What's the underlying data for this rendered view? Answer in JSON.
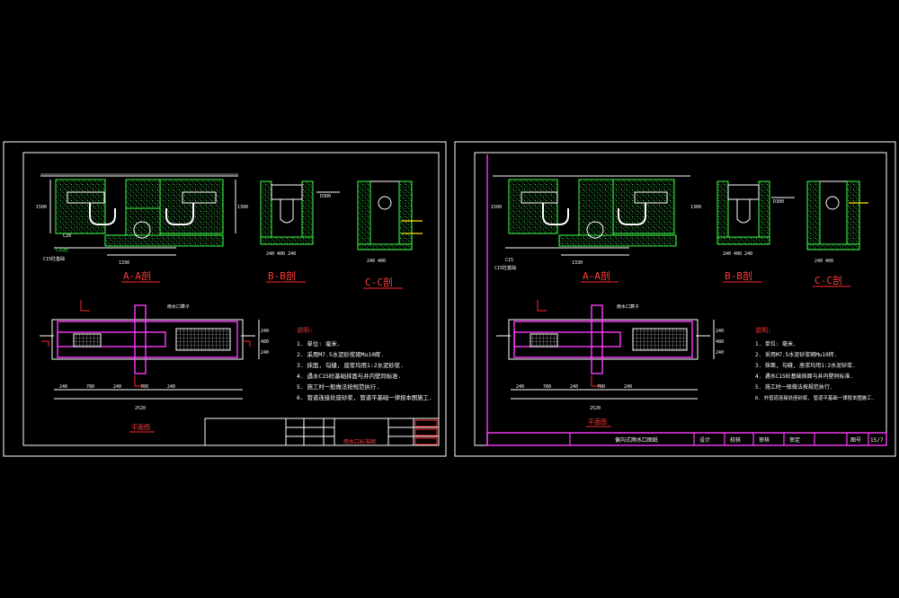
{
  "sheets": [
    {
      "section_labels": [
        "A-A剖",
        "B-B剖",
        "C-C剖"
      ],
      "plan_label": "平面图",
      "notes_title": "说明:",
      "notes": [
        "1. 单位: 毫米.",
        "2. 采用M7.5水泥砂浆砌Mu10砖.",
        "3. 抹面, 勾缝, 座浆均用1:2水泥砂浆.",
        "4. 遇水C15砼基础抹面与井内壁同标准.",
        "5. 施工时一般做法按规范执行.",
        "6. 管道连接处座砂浆, 管道平基础一律按本图施工."
      ],
      "dims_plan": [
        "240",
        "780",
        "240",
        "780",
        "240"
      ],
      "dims_total": "2520",
      "dims_side": [
        "240",
        "480",
        "240"
      ],
      "marks": [
        "C15砼基础",
        "C15",
        "雨水口算子"
      ],
      "title_block_label": "雨水口标准图"
    },
    {
      "section_labels": [
        "A-A剖",
        "B-B剖",
        "C-C剖"
      ],
      "plan_label": "平面图",
      "notes_title": "说明:",
      "notes": [
        "1. 单位: 毫米.",
        "2. 采用M7.5水泥砂浆砌Mu10砖.",
        "3. 抹面, 勾缝, 座浆均用1:2水泥砂浆.",
        "4. 遇水C15砼基础抹面与井内壁同标准.",
        "5. 施工时一般做法按规范执行.",
        "6. 外管道连接处座砂浆, 管道平基础一律按本图施工."
      ],
      "dims_plan": [
        "240",
        "780",
        "240",
        "780",
        "240"
      ],
      "dims_total": "2520",
      "dims_side": [
        "240",
        "480",
        "240"
      ],
      "marks": [
        "C15砼基础",
        "C15",
        "雨水口算子"
      ],
      "title_block": {
        "title": "偏沟式雨水口图纸",
        "cells": [
          "设计",
          "校核",
          "审核",
          "审定",
          "图号",
          "15/7"
        ]
      }
    }
  ]
}
